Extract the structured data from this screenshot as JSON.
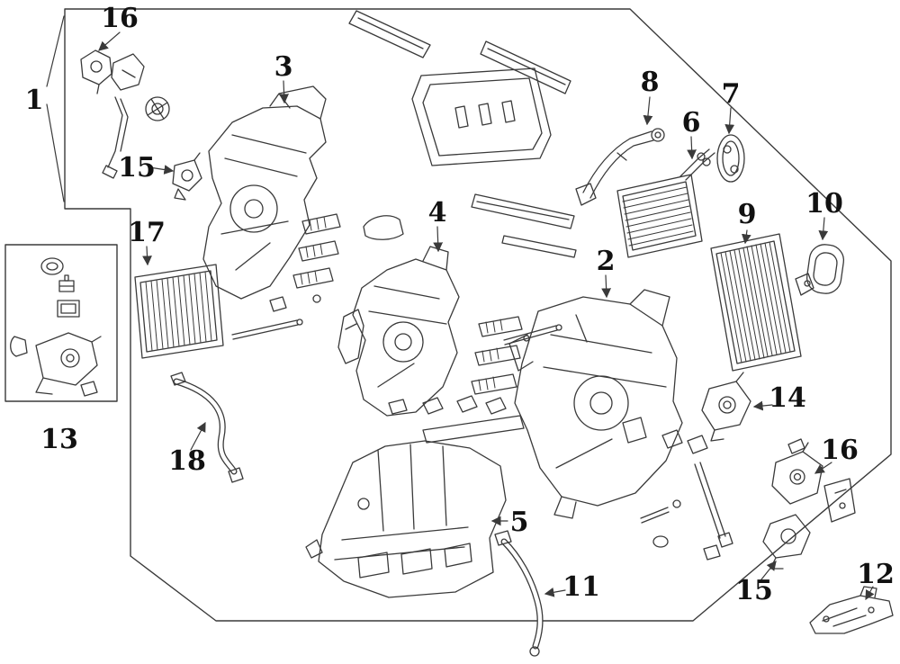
{
  "colors": {
    "line": "#3a3a3a",
    "label": "#111111",
    "background": "#ffffff"
  },
  "callouts": [
    {
      "label": "1"
    },
    {
      "label": "16"
    },
    {
      "label": "3"
    },
    {
      "label": "15"
    },
    {
      "label": "17"
    },
    {
      "label": "13"
    },
    {
      "label": "18"
    },
    {
      "label": "4"
    },
    {
      "label": "2"
    },
    {
      "label": "5"
    },
    {
      "label": "11"
    },
    {
      "label": "8"
    },
    {
      "label": "6"
    },
    {
      "label": "7"
    },
    {
      "label": "9"
    },
    {
      "label": "10"
    },
    {
      "label": "14"
    },
    {
      "label": "16"
    },
    {
      "label": "15"
    },
    {
      "label": "12"
    }
  ]
}
